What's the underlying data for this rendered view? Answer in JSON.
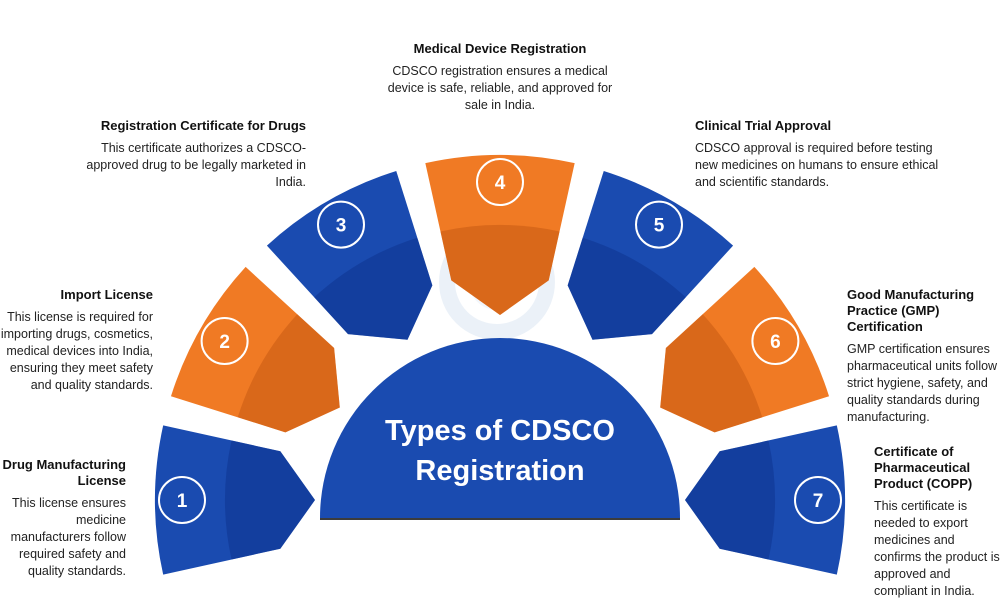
{
  "center_title": [
    "Types of CDSCO",
    "Registration"
  ],
  "colors": {
    "blue": "#1a4bb0",
    "blue_dark": "#0f3590",
    "orange": "#f07a24",
    "orange_dark": "#c75a12",
    "watermark": "#dce7f3"
  },
  "types": [
    {
      "number": "1",
      "title": "Drug Manufacturing License",
      "desc": "This license ensures medicine manufacturers follow required safety and quality standards.",
      "color": "blue"
    },
    {
      "number": "2",
      "title": "Import License",
      "desc": "This license is required for importing drugs, cosmetics, medical devices into India, ensuring they meet safety and quality standards.",
      "color": "orange"
    },
    {
      "number": "3",
      "title": "Registration Certificate for Drugs",
      "desc": "This certificate authorizes a CDSCO-approved drug to be legally marketed in India.",
      "color": "blue"
    },
    {
      "number": "4",
      "title": "Medical Device Registration",
      "desc": "CDSCO registration ensures a medical device is safe, reliable, and approved for sale in India.",
      "color": "orange"
    },
    {
      "number": "5",
      "title": "Clinical Trial Approval",
      "desc": "CDSCO approval is required before testing new medicines on humans to ensure ethical and scientific standards.",
      "color": "blue"
    },
    {
      "number": "6",
      "title": "Good Manufacturing Practice (GMP) Certification",
      "desc": "GMP certification ensures pharmaceutical units follow strict hygiene, safety, and quality standards during manufacturing.",
      "color": "orange"
    },
    {
      "number": "7",
      "title": "Certificate of Pharmaceutical Product (COPP)",
      "desc": "This certificate is needed to export medicines and confirms the product is approved and compliant in India.",
      "color": "blue"
    }
  ]
}
